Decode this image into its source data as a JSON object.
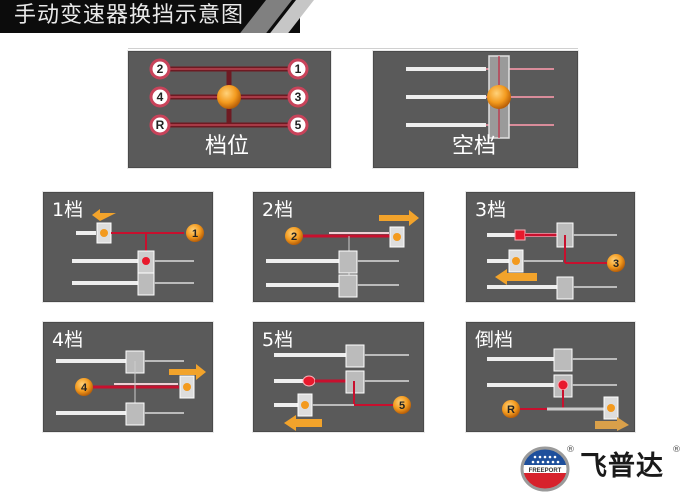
{
  "header": {
    "title": "手动变速器换挡示意图"
  },
  "colors": {
    "panel_bg": "#5a5a5a",
    "rod": "#e8e8e8",
    "red_path": "#c8102e",
    "knob": "#f39a1e",
    "arrow": "#f2a32b",
    "header_bg": "#0c0c0c"
  },
  "top_panels": [
    {
      "caption": "档位",
      "gears": [
        "2",
        "1",
        "4",
        "3",
        "R",
        "5"
      ]
    },
    {
      "caption": "空档"
    }
  ],
  "gear_panels": [
    {
      "label": "1档",
      "gear": "1",
      "arrow_direction": "left"
    },
    {
      "label": "2档",
      "gear": "2",
      "arrow_direction": "right"
    },
    {
      "label": "3档",
      "gear": "3",
      "arrow_direction": "left"
    },
    {
      "label": "4档",
      "gear": "4",
      "arrow_direction": "right"
    },
    {
      "label": "5档",
      "gear": "5",
      "arrow_direction": "left"
    },
    {
      "label": "倒档",
      "gear": "R",
      "arrow_direction": "right"
    }
  ],
  "brand": {
    "name": "飞普达",
    "logo_text": "FREEPORT",
    "registered_mark": "®"
  }
}
